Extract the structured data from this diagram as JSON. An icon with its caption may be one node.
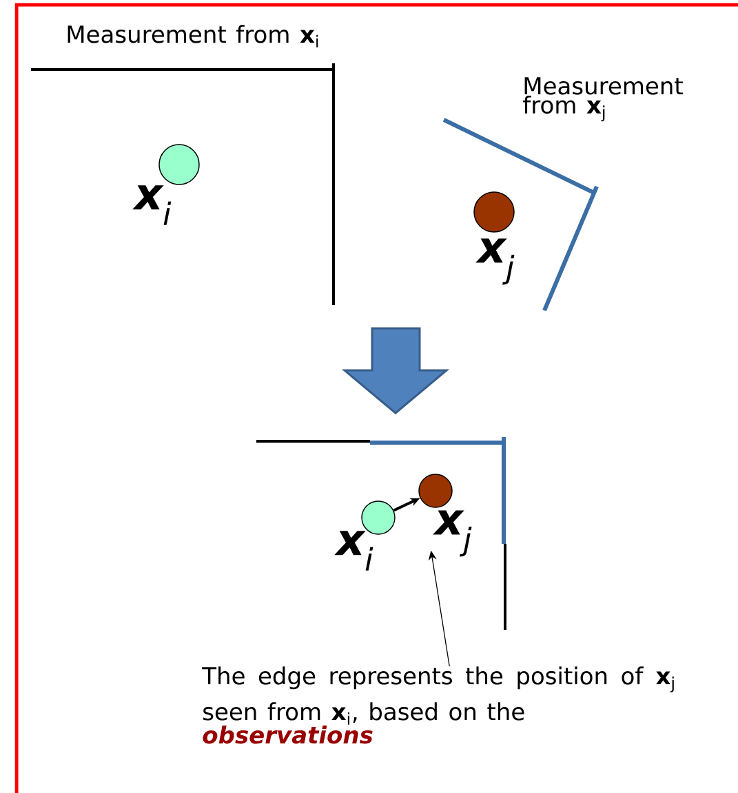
{
  "diagram": {
    "nodes": [
      {
        "text": [],
        "shape": "circle",
        "beside": [
          "**x**$_{i}$"
        ]
      },
      {
        "text": [],
        "shape": "circle",
        "beside": [
          "**x**$_{j}$"
        ]
      },
      {
        "text": [],
        "shape": "circle",
        "beside": [
          "**x**$_{i}$"
        ]
      },
      {
        "text": [],
        "shape": "circle",
        "beside": [
          "**x**$_{j}$"
        ]
      },
      {
        "text": [
          "The edge represents the position of **x**$_{j}$ seen from **x**$_{i}$, based on the",
          "observations"
        ]
      }
    ],
    "edges": [
      {
        "from": 2,
        "to": 3,
        "arrow": "to",
        "style": "thick"
      },
      {
        "from": 4,
        "to": 3,
        "arrow": "to"
      }
    ],
    "labels": [
      "Measurement from **x**$_{i}$",
      "Measurement from **x**$_{j}$"
    ]
  }
}
